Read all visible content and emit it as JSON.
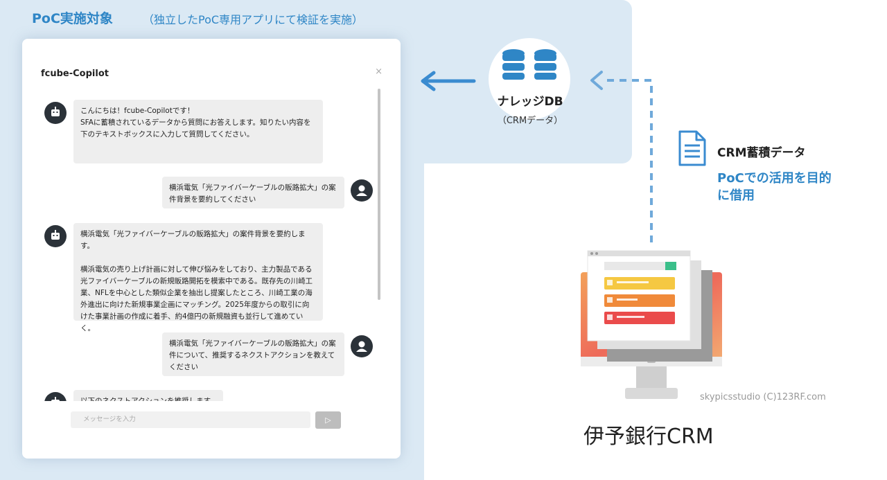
{
  "poc": {
    "title": "PoC実施対象",
    "subtitle": "（独立したPoC専用アプリにて検証を実施）"
  },
  "chat": {
    "app_title": "fcube-Copilot",
    "close_label": "×",
    "messages": [
      {
        "role": "bot",
        "text": "こんにちは！fcube-Copilotです！\nSFAに蓄積されているデータから質問にお答えします。知りたい内容を下のテキストボックスに入力して質問してください。"
      },
      {
        "role": "user",
        "text": "横浜電気「光ファイバーケーブルの販路拡大」の案件背景を要約してください"
      },
      {
        "role": "bot",
        "text": "横浜電気「光ファイバーケーブルの販路拡大」の案件背景を要約します。\n\n横浜電気の売り上げ計画に対して伸び悩みをしており、主力製品である光ファイバーケーブルの新規販路開拓を模索中である。既存先の川崎工業、NFLを中心とした類似企業を抽出し提案したところ、川崎工業の海外進出に向けた新規事業企画にマッチング。2025年度からの取引に向けた事業計画の作成に着手、約4億円の新規融資も並行して進めていく。"
      },
      {
        "role": "user",
        "text": "横浜電気「光ファイバーケーブルの販路拡大」の案件について、推奨するネクストアクションを教えてください"
      },
      {
        "role": "bot",
        "text": "以下のネクストアクションを推奨します"
      }
    ],
    "input_placeholder": "メッセージを入力",
    "send_label": "▷"
  },
  "knowledge_db": {
    "label": "ナレッジDB",
    "sublabel": "（CRMデータ）",
    "icon": "database-icon"
  },
  "crm_data": {
    "label": "CRM蓄積データ",
    "usage": "PoCでの活用を目的に借用",
    "icon": "document-icon"
  },
  "crm_system": {
    "name": "伊予銀行CRM",
    "credit": "skypicsstudio (C)123RF.com"
  },
  "colors": {
    "accent_blue": "#2f86c6",
    "region_bg": "#dbe9f4",
    "avatar": "#2b3239"
  }
}
